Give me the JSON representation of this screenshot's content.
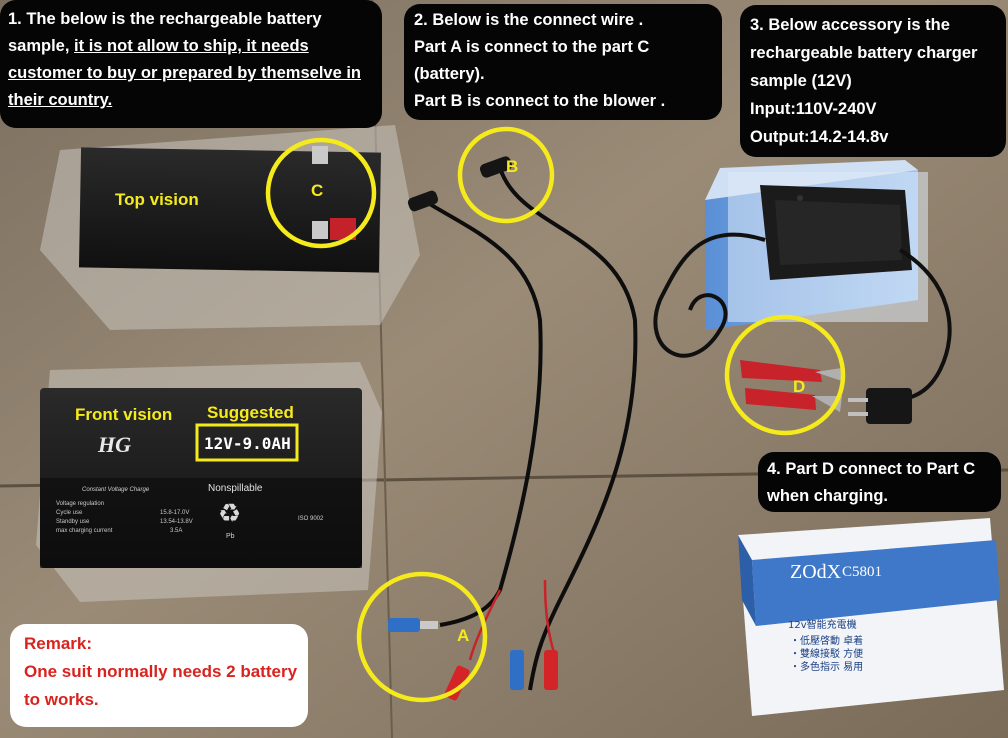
{
  "panels": {
    "p1": {
      "line1": "1. The below is the rechargeable battery",
      "line2_plain": "sample, ",
      "line2_u": "it is not allow to ship, it needs ",
      "line3_u": "customer to buy or prepared by themselve in",
      "line4_u": "their country."
    },
    "p2": {
      "line1": "2. Below is the connect wire .",
      "line2": "Part A is connect to the part C",
      "line3": "(battery).",
      "line4": "Part B is connect to the blower ."
    },
    "p3": {
      "line1": "3. Below accessory is the",
      "line2": "rechargeable battery charger",
      "line3": "sample (12V)",
      "line4": "Input:110V-240V",
      "line5": "Output:14.2-14.8v"
    },
    "p4": {
      "line1": "4. Part D connect to Part C",
      "line2": "when charging."
    }
  },
  "labels": {
    "top_vision": "Top vision",
    "front_vision": "Front vision",
    "suggested": "Suggested",
    "battery_spec": "12V-9.0AH"
  },
  "markers": {
    "a": "A",
    "b": "B",
    "c": "C",
    "d": "D"
  },
  "remark": {
    "line1": "Remark:",
    "line2": "One suit normally needs 2 battery",
    "line3": "to works."
  },
  "battery_print": {
    "brand": "HG",
    "nonspill": "Nonspillable",
    "cvc": "Constant Voltage Charge",
    "row1a": "Voltage regulation",
    "row2a": "Cycle use",
    "row2b": "15.8-17.0V",
    "row3a": "Standby use",
    "row3b": "13.54-13.8V",
    "row4a": "max charging current",
    "row4b": "3.5A",
    "pb": "Pb",
    "iso": "ISO 9002"
  },
  "charger_box": {
    "brand": "ZOdX",
    "model": "C5801",
    "title": "12v智能充電機",
    "b1": "・低壓啓動 卓着",
    "b2": "・雙線接駁 方便",
    "b3": "・多色指示 易用"
  },
  "colors": {
    "panel": "#050505",
    "highlight": "#f5ea1c",
    "remark_text": "#d8231f",
    "cardboard": "#8d7e6c"
  }
}
